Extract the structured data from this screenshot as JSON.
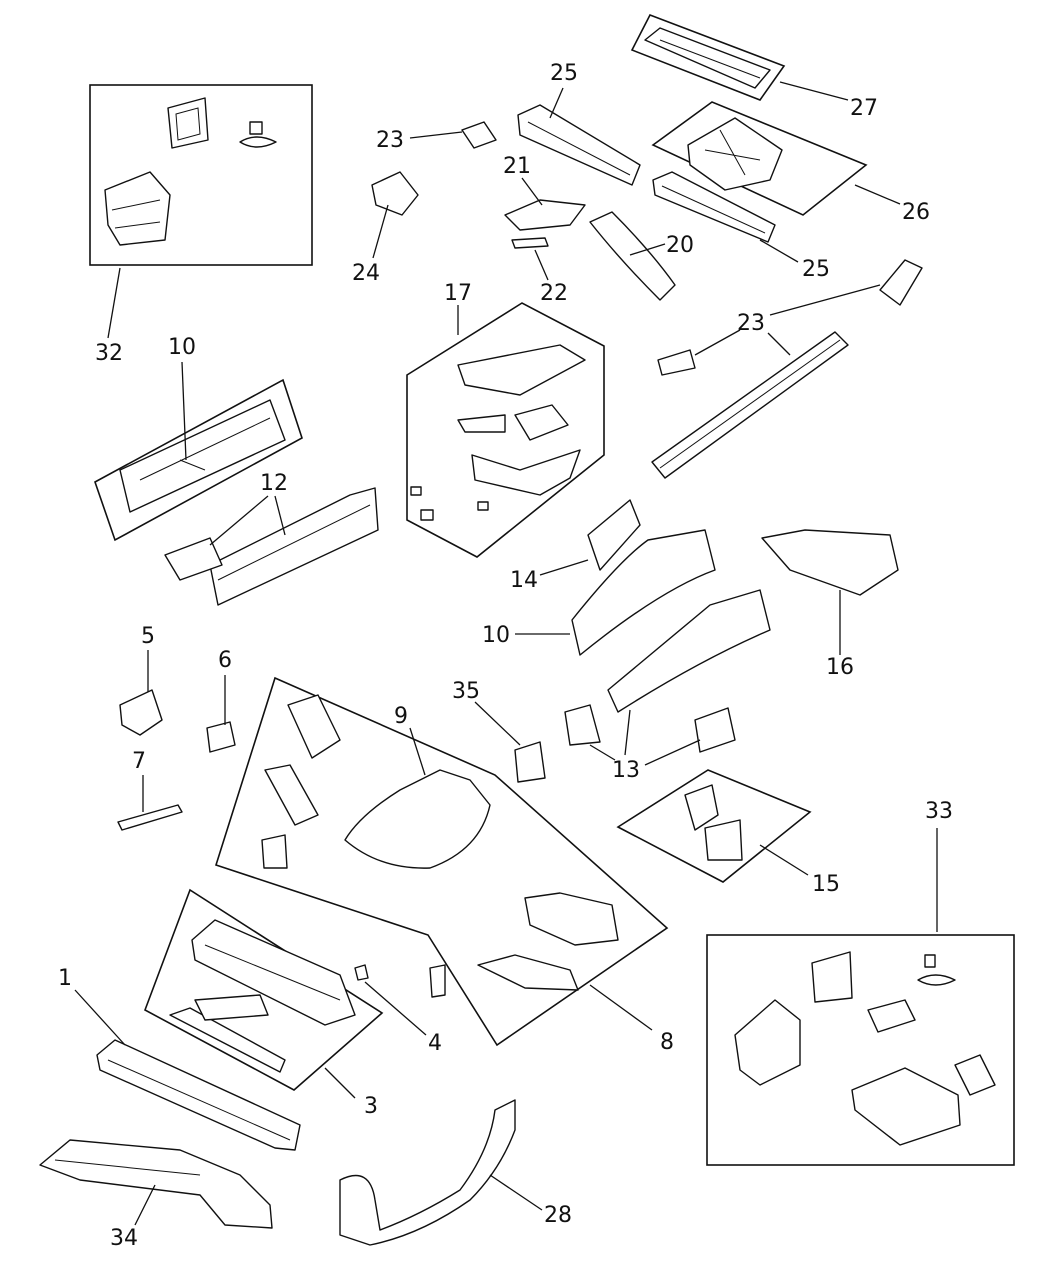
{
  "diagram": {
    "callouts": [
      "1",
      "3",
      "4",
      "5",
      "6",
      "7",
      "8",
      "9",
      "10",
      "10",
      "12",
      "13",
      "14",
      "15",
      "16",
      "17",
      "20",
      "21",
      "22",
      "23",
      "23",
      "24",
      "25",
      "25",
      "26",
      "27",
      "28",
      "32",
      "33",
      "34",
      "35"
    ]
  },
  "colors": {
    "line": "#111111",
    "background": "#ffffff"
  }
}
